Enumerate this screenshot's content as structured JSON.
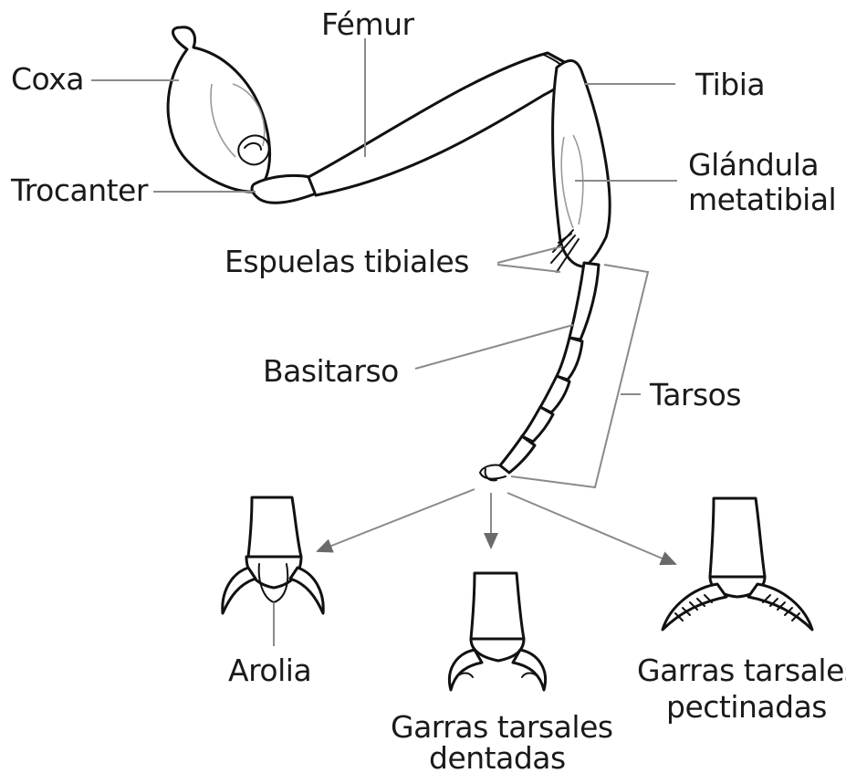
{
  "labels": {
    "coxa": "Coxa",
    "femur": "Fémur",
    "tibia": "Tibia",
    "trocanter": "Trocanter",
    "glandula_line1": "Glándula",
    "glandula_line2": "metatibial",
    "espuelas": "Espuelas tibiales",
    "basitarso": "Basitarso",
    "tarsos": "Tarsos",
    "arolia": "Arolia",
    "dentadas_line1": "Garras tarsales",
    "dentadas_line2": "dentadas",
    "pectinadas_line1": "Garras tarsales",
    "pectinadas_line2": "pectinadas"
  }
}
